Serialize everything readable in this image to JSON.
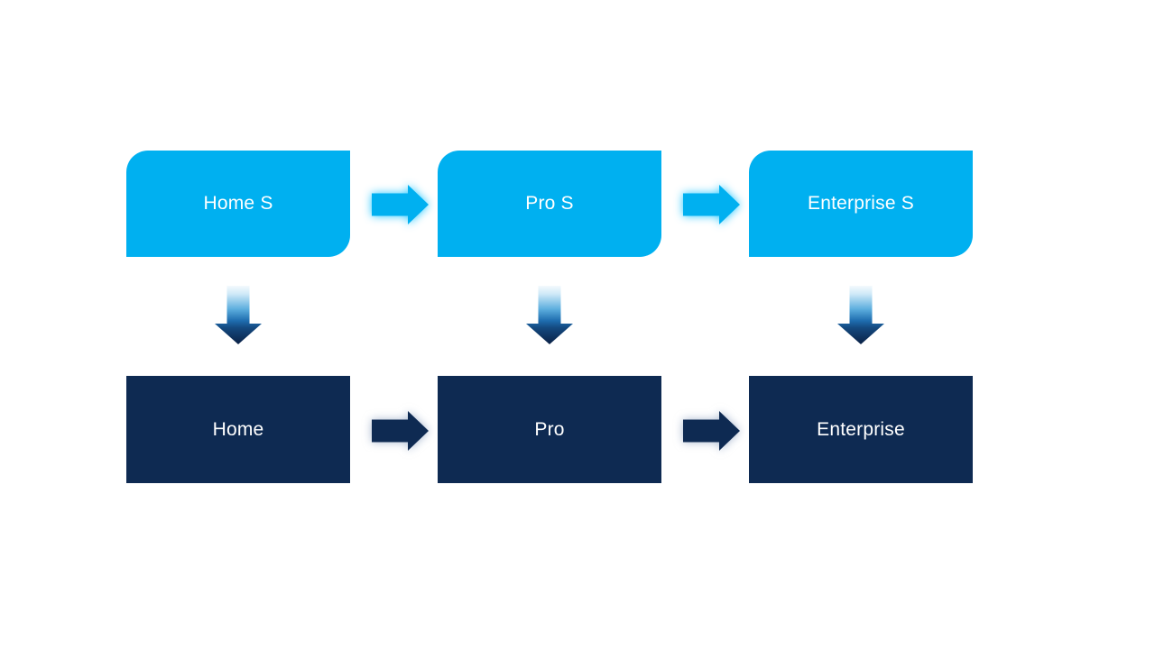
{
  "page": {
    "background_color": "#ffffff"
  },
  "diagram": {
    "type": "edition-flow",
    "columns": [
      {
        "top_label": "Home S",
        "bottom_label": "Home"
      },
      {
        "top_label": "Pro S",
        "bottom_label": "Pro"
      },
      {
        "top_label": "Enterprise S",
        "bottom_label": "Enterprise"
      }
    ],
    "colors": {
      "top_box_fill": "#00b0f0",
      "bottom_box_fill": "#0e2a52",
      "label_text": "#ffffff",
      "right_arrow_light": "#00b0f0",
      "right_arrow_dark": "#0e2a52",
      "down_arrow_gradient_top": "#f4fafd",
      "down_arrow_gradient_mid": "#2a7ab8",
      "down_arrow_gradient_bottom": "#0a2145"
    },
    "icons": {
      "right_arrow": "right-arrow-icon",
      "down_arrow": "down-arrow-icon"
    }
  }
}
